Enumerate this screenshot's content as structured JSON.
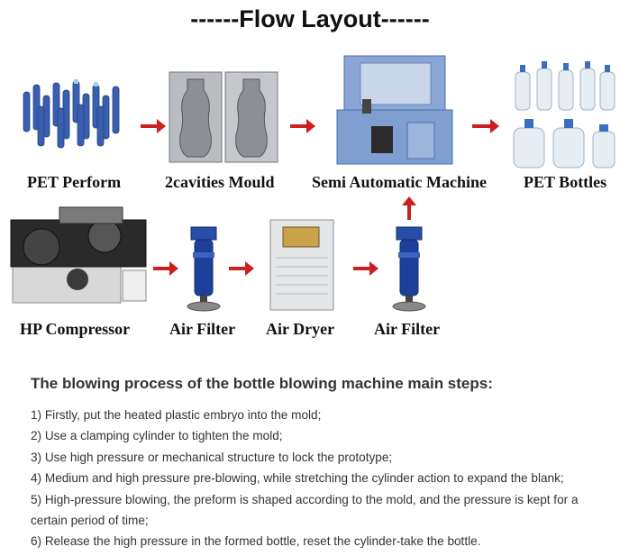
{
  "title": "------Flow Layout------",
  "nodes": {
    "pet_perform": "PET Perform",
    "mould": "2cavities Mould",
    "machine": "Semi Automatic Machine",
    "bottles": "PET Bottles",
    "compressor": "HP Compressor",
    "filter1": "Air Filter",
    "dryer": "Air Dryer",
    "filter2": "Air Filter"
  },
  "process": {
    "heading": "The blowing process of the bottle blowing machine main steps:",
    "steps": [
      "1) Firstly, put the heated plastic embryo into the mold;",
      "2) Use a clamping cylinder to tighten the mold;",
      "3) Use high pressure or mechanical structure to lock the prototype;",
      "4) Medium and high pressure pre-blowing, while stretching the cylinder action to expand the blank;",
      "5) High-pressure blowing, the preform is shaped according to the mold, and the pressure is kept for a certain period of time;",
      "6) Release the high pressure in the formed bottle, reset the cylinder-take the bottle."
    ]
  },
  "colors": {
    "arrow": "#cc1f1f",
    "preform": "#3a5fb0",
    "machine": "#7f9fd0",
    "filter": "#1e3f9a"
  }
}
